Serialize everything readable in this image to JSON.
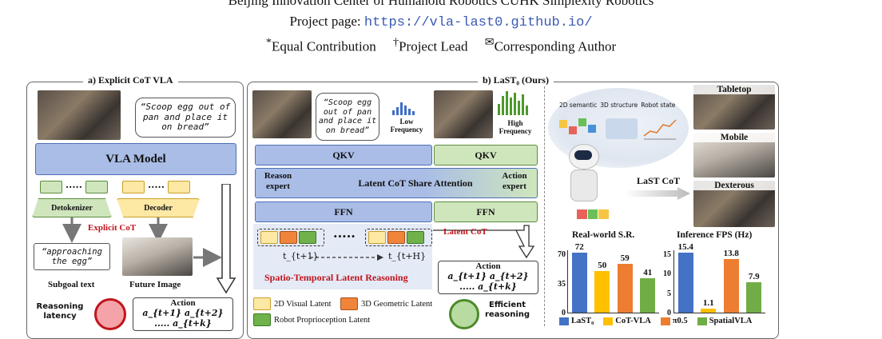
{
  "header": {
    "affiliations": "Beijing Innovation Center of Humanoid Robotics    CUHK    Simplexity Robotics",
    "project_label": "Project page: ",
    "project_url": "https://vla-last0.github.io/",
    "equal": "Equal Contribution",
    "lead": "Project Lead",
    "corresponding": "Corresponding Author"
  },
  "left_panel": {
    "title": "a) Explicit CoT VLA",
    "instruction": "“Scoop egg out of pan and place it on bread”",
    "vla_model": "VLA Model",
    "dots": "·····",
    "detokenizer": "Detokenizer",
    "decoder": "Decoder",
    "explicit_cot": "Explicit CoT",
    "subgoal_quote": "“approaching the egg”",
    "subgoal_label": "Subgoal text",
    "future_label": "Future Image",
    "latency": "Reasoning latency",
    "action_title": "Action",
    "action_seq": "a_{t+1} a_{t+2} ..... a_{t+k}"
  },
  "middle_panel": {
    "title": "b) LaST₀ (Ours)",
    "instruction": "“Scoop egg out of pan and place it on bread”",
    "low_freq": "Low Frequency",
    "high_freq": "High Frequency",
    "qkv_left": "QKV",
    "qkv_right": "QKV",
    "reason_expert": "Reason expert",
    "share_attention": "Latent CoT Share Attention",
    "action_expert": "Action expert",
    "ffn_left": "FFN",
    "ffn_right": "FFN",
    "latent_cot": "Latent CoT",
    "t_start": "t_{t+1}",
    "t_end": "t_{t+H}",
    "dots": "·····",
    "stl_reasoning": "Spatio-Temporal Latent Reasoning",
    "action_title": "Action",
    "action_seq": "a_{t+1} a_{t+2} ..... a_{t+k}",
    "legend": [
      "2D Visual Latent",
      "3D Geometric Latent",
      "Robot Proprioception Latent"
    ],
    "efficient": "Efficient reasoning"
  },
  "right_panel": {
    "tags": [
      "2D semantic",
      "3D structure",
      "Robot state"
    ],
    "last_cot": "LaST CoT",
    "envs": [
      "Tabletop",
      "Mobile",
      "Dexterous"
    ]
  },
  "chart_data": [
    {
      "type": "bar",
      "title": "Real-world S.R.",
      "categories": [
        "LaST₀",
        "CoT-VLA",
        "π0.5",
        "SpatialVLA"
      ],
      "values": [
        72,
        50,
        59,
        41
      ],
      "ylim": [
        0,
        75
      ],
      "yticks": [
        0,
        35,
        70
      ]
    },
    {
      "type": "bar",
      "title": "Inference FPS (Hz)",
      "categories": [
        "LaST₀",
        "CoT-VLA",
        "π0.5",
        "SpatialVLA"
      ],
      "values": [
        15.4,
        1.1,
        13.8,
        7.9
      ],
      "ylim": [
        0,
        16
      ],
      "yticks": [
        0,
        5,
        10,
        15
      ]
    }
  ],
  "colors": {
    "last0": "#4472c4",
    "cotvla": "#ffc000",
    "pi05": "#ed7d31",
    "spatialvla": "#70ad47"
  }
}
